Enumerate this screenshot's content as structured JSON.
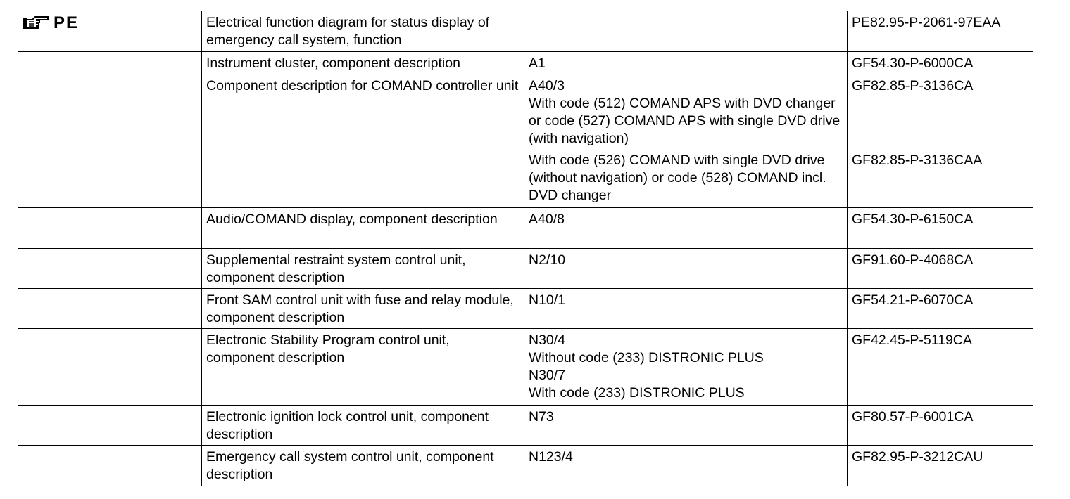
{
  "header": {
    "marker_icon": "pointing-hand-icon",
    "marker_label": "PE"
  },
  "rows": [
    {
      "description": "Electrical function diagram for status display of emergency call system, function",
      "component": "",
      "document": "PE82.95-P-2061-97EAA"
    },
    {
      "description": "Instrument cluster, component description",
      "component": "A1",
      "document": "GF54.30-P-6000CA"
    },
    {
      "description": "Component description for COMAND controller unit",
      "component": "A40/3",
      "variant_a": "With code (512) COMAND APS with DVD changer or code (527) COMAND APS with single DVD drive (with navigation)",
      "variant_b": "With code (526) COMAND with single DVD drive (without navigation) or code (528) COMAND incl. DVD changer",
      "document_a": "GF82.85-P-3136CA",
      "document_b": "GF82.85-P-3136CAA"
    },
    {
      "description": "Audio/COMAND display, component description",
      "component": "A40/8",
      "document": "GF54.30-P-6150CA"
    },
    {
      "description": "Supplemental restraint system control unit, component description",
      "component": "N2/10",
      "document": "GF91.60-P-4068CA"
    },
    {
      "description": "Front SAM control unit with fuse and relay module, component description",
      "component": "N10/1",
      "document": "GF54.21-P-6070CA"
    },
    {
      "description": "Electronic Stability Program control unit, component description",
      "component": "N30/4",
      "variant_a": "Without code (233) DISTRONIC PLUS",
      "component_b": "N30/7",
      "variant_b": "With code (233) DISTRONIC PLUS",
      "document": "GF42.45-P-5119CA"
    },
    {
      "description": "Electronic ignition lock control unit, component description",
      "component": "N73",
      "document": "GF80.57-P-6001CA"
    },
    {
      "description": "Emergency call system control unit, component description",
      "component": "N123/4",
      "document": "GF82.95-P-3212CAU"
    }
  ]
}
